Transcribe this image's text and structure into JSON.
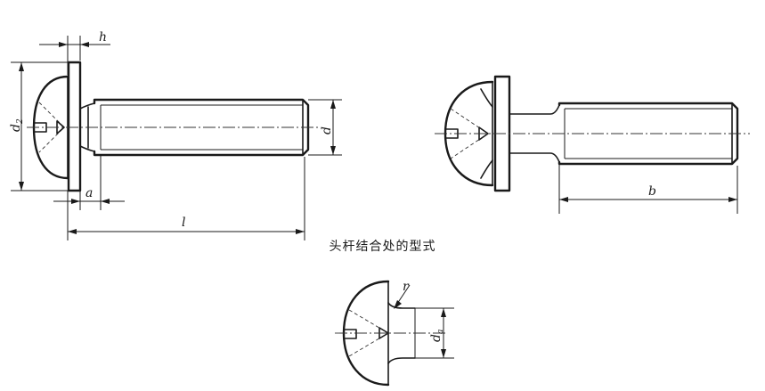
{
  "caption": "头杆结合处的型式",
  "labels": {
    "h": "h",
    "d2": "d",
    "d2_sub": "2",
    "d": "d",
    "a": "a",
    "l": "l",
    "b": "b",
    "r": "r",
    "da": "d",
    "da_sub": "a"
  }
}
